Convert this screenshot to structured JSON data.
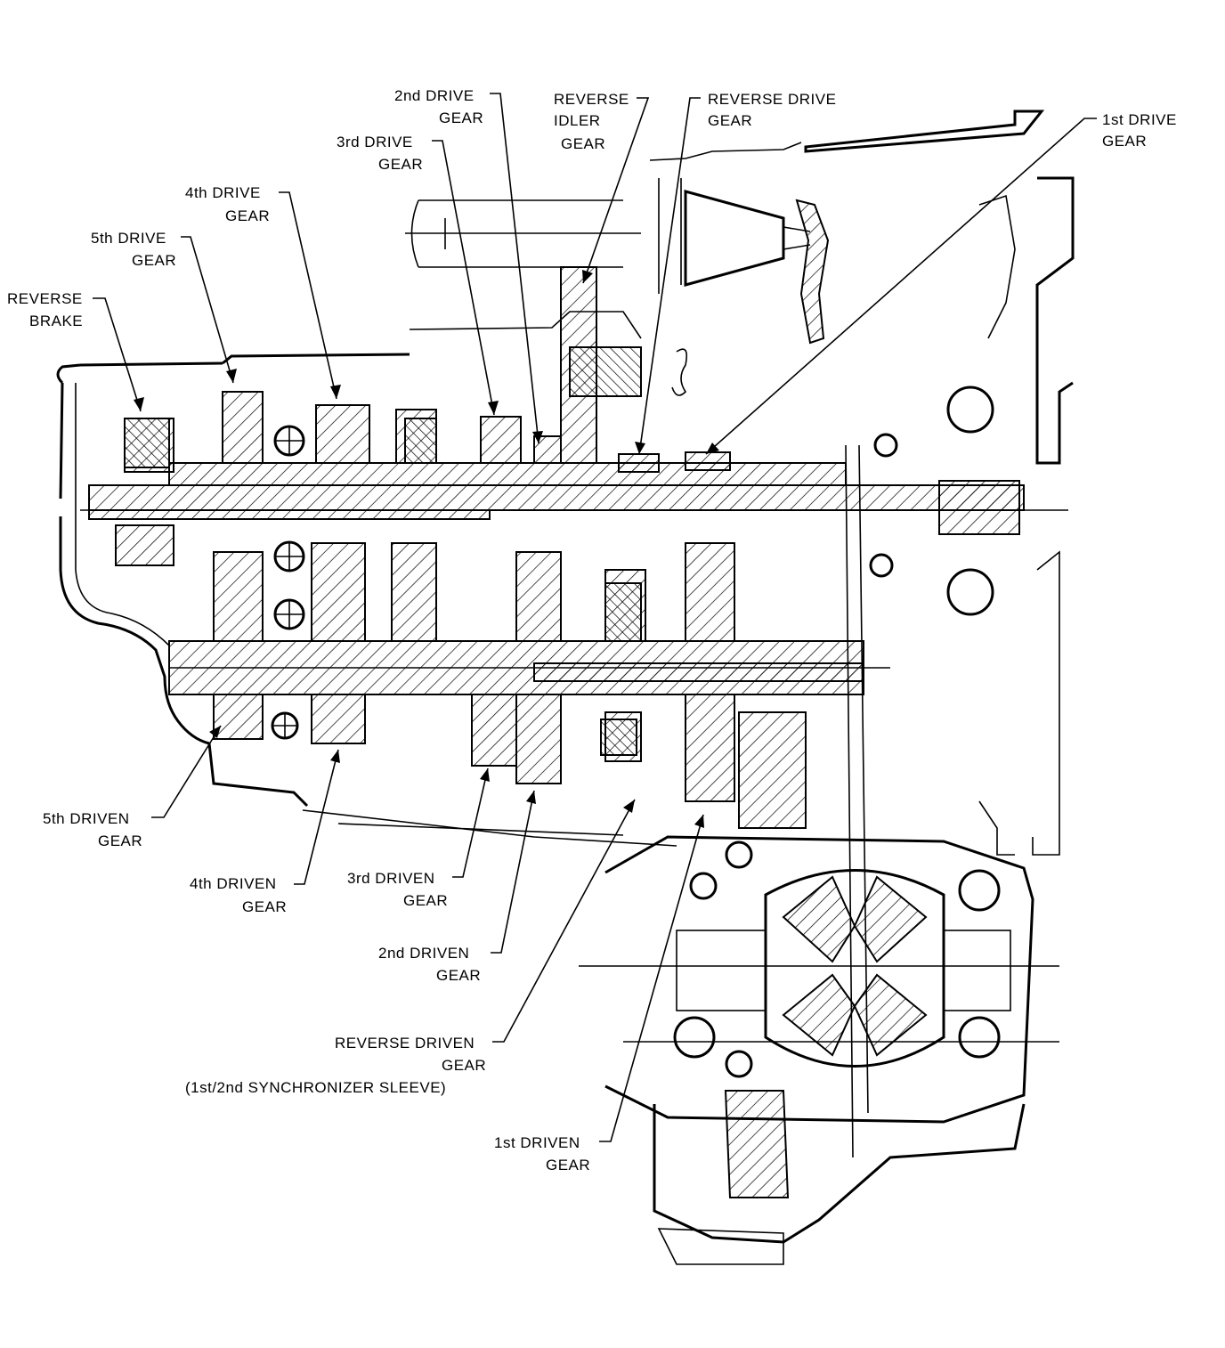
{
  "labels": {
    "drive_2nd": [
      "2nd DRIVE",
      "GEAR"
    ],
    "reverse_idler": [
      "REVERSE",
      "IDLER",
      "GEAR"
    ],
    "reverse_drive": [
      "REVERSE DRIVE",
      "GEAR"
    ],
    "drive_1st": [
      "1st DRIVE",
      "GEAR"
    ],
    "drive_3rd": [
      "3rd DRIVE",
      "GEAR"
    ],
    "drive_4th": [
      "4th DRIVE",
      "GEAR"
    ],
    "drive_5th": [
      "5th DRIVE",
      "GEAR"
    ],
    "reverse_brake": [
      "REVERSE",
      "BRAKE"
    ],
    "driven_5th": [
      "5th DRIVEN",
      "GEAR"
    ],
    "driven_4th": [
      "4th DRIVEN",
      "GEAR"
    ],
    "driven_3rd": [
      "3rd DRIVEN",
      "GEAR"
    ],
    "driven_2nd": [
      "2nd DRIVEN",
      "GEAR"
    ],
    "reverse_driven": [
      "REVERSE DRIVEN",
      "GEAR",
      "(1st/2nd SYNCHRONIZER SLEEVE)"
    ],
    "driven_1st": [
      "1st DRIVEN",
      "GEAR"
    ]
  }
}
